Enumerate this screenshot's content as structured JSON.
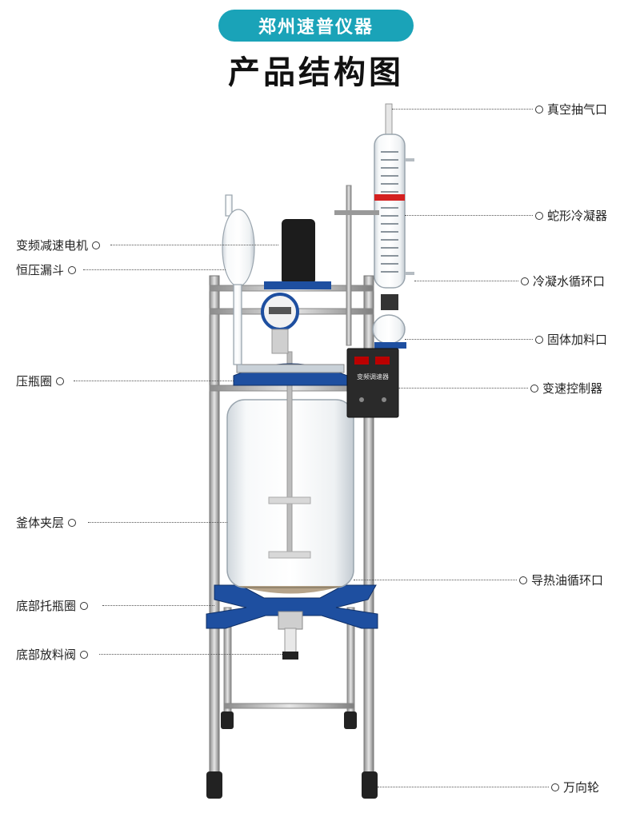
{
  "header": {
    "brand": "郑州速普仪器",
    "title": "产品结构图",
    "accent_color": "#1aa3b8"
  },
  "device": {
    "controller_text": "变频调速器",
    "panel_color": "#2a2a2a",
    "frame_color": "#1e4fa0"
  },
  "labels": {
    "left": [
      {
        "id": "motor",
        "text": "变频减速电机"
      },
      {
        "id": "funnel",
        "text": "恒压漏斗"
      },
      {
        "id": "clamp",
        "text": "压瓶圈"
      },
      {
        "id": "jacket",
        "text": "釜体夹层"
      },
      {
        "id": "support",
        "text": "底部托瓶圈"
      },
      {
        "id": "valve",
        "text": "底部放料阀"
      }
    ],
    "right": [
      {
        "id": "vacuum",
        "text": "真空抽气口"
      },
      {
        "id": "condenser",
        "text": "蛇形冷凝器"
      },
      {
        "id": "coolant",
        "text": "冷凝水循环口"
      },
      {
        "id": "feed",
        "text": "固体加料口"
      },
      {
        "id": "speed",
        "text": "变速控制器"
      },
      {
        "id": "oil",
        "text": "导热油循环口"
      },
      {
        "id": "wheel",
        "text": "万向轮"
      }
    ]
  }
}
